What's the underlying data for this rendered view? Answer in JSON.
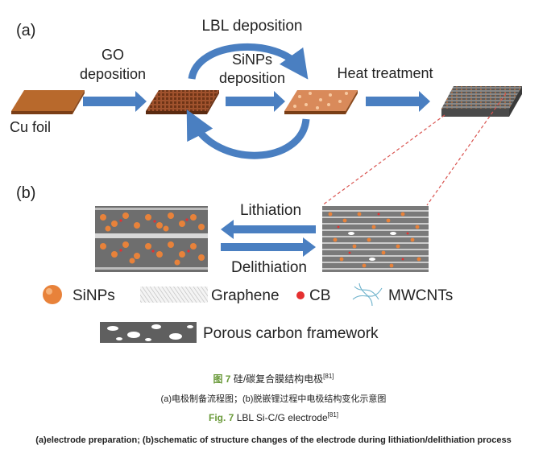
{
  "panel_a": {
    "label": "(a)",
    "cu_foil": "Cu foil",
    "go_line1": "GO",
    "go_line2": "deposition",
    "lbl_deposition": "LBL deposition",
    "sinps_line1": "SiNPs",
    "sinps_line2": "deposition",
    "heat_treatment": "Heat treatment"
  },
  "panel_b": {
    "label": "(b)",
    "lithiation": "Lithiation",
    "delithiation": "Delithiation"
  },
  "legend": {
    "sinps": "SiNPs",
    "graphene": "Graphene",
    "cb": "CB",
    "mwcnts": "MWCNTs",
    "porous": "Porous carbon framework"
  },
  "colors": {
    "arrow_blue": "#4a7fc1",
    "copper": "#b8692c",
    "sinp_orange": "#e8823a",
    "cb_red": "#e53030",
    "caption_green": "#6a9a3a"
  },
  "caption": {
    "cn_fig_label": "图 7",
    "cn_title": "硅/碳复合膜结构电极",
    "ref": "[81]",
    "cn_sub": "(a)电极制备流程图；(b)脱嵌锂过程中电极结构变化示意图",
    "en_fig_label": "Fig. 7",
    "en_title": "LBL Si-C/G electrode",
    "en_sub": "(a)electrode preparation; (b)schematic of structure changes of the electrode during lithiation/delithiation process"
  }
}
